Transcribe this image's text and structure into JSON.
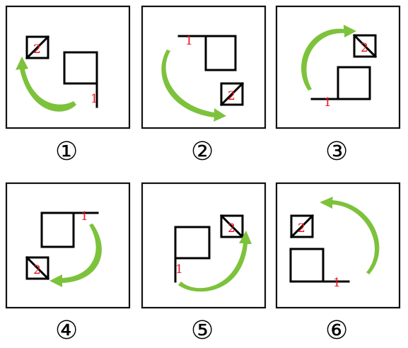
{
  "colors": {
    "frame": "#111111",
    "shape": "#000000",
    "label": "#e8101a",
    "arrow": "#7dc23b"
  },
  "panels": [
    {
      "caption": "①",
      "label_1": "1",
      "label_2": "2"
    },
    {
      "caption": "②",
      "label_1": "1",
      "label_2": "2"
    },
    {
      "caption": "③",
      "label_1": "1",
      "label_2": "2"
    },
    {
      "caption": "④",
      "label_1": "1",
      "label_2": "2"
    },
    {
      "caption": "⑤",
      "label_1": "1",
      "label_2": "2"
    },
    {
      "caption": "⑥",
      "label_1": "1",
      "label_2": "2"
    }
  ]
}
